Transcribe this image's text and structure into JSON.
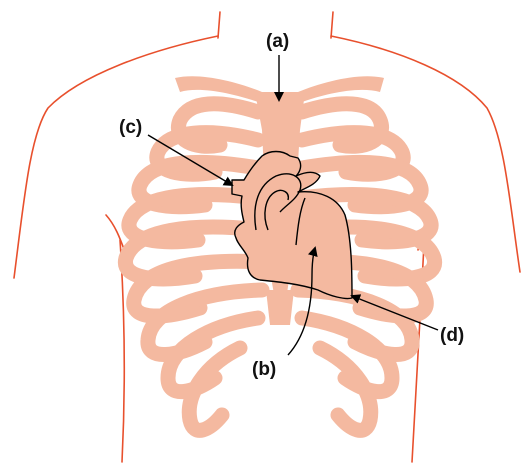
{
  "labels": {
    "a": "(a)",
    "b": "(b)",
    "c": "(c)",
    "d": "(d)"
  },
  "colors": {
    "body_outline": "#e8502d",
    "ribcage": "#f4b9a0",
    "heart_outline": "#000000",
    "arrow": "#000000",
    "background": "#ffffff"
  }
}
